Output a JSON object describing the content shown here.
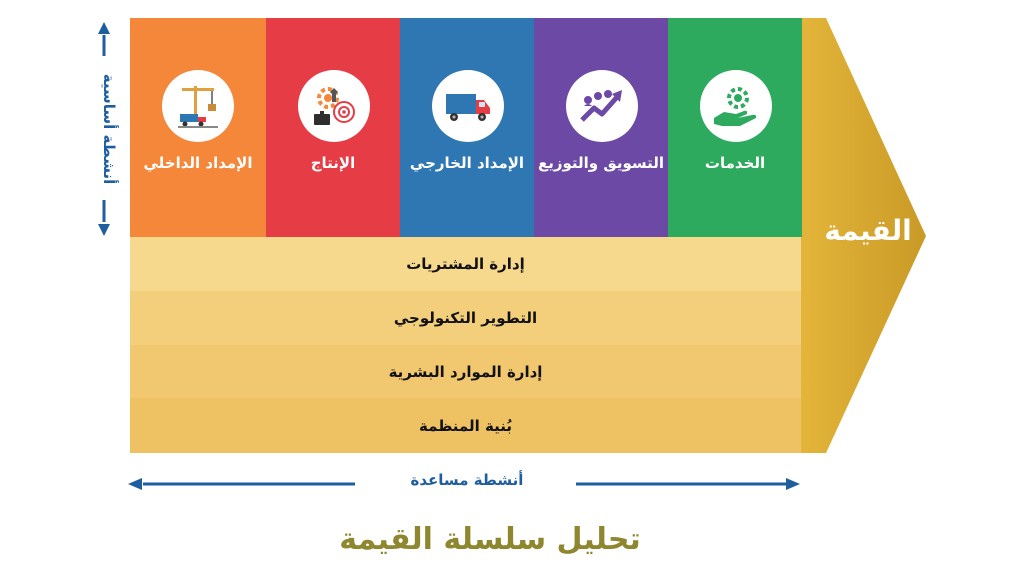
{
  "title": "تحليل سلسلة القيمة",
  "value_label": "القيمة",
  "primary_axis_label": "أنشطة أساسية",
  "support_axis_label": "أنشطة مساعدة",
  "colors": {
    "inbound": "#f5873a",
    "operations": "#e53c46",
    "outbound": "#2f77b3",
    "marketing": "#6b49a5",
    "service": "#2eaa5f",
    "value_arrow": "#d8aa2c",
    "support_rows": [
      "#f6d98d",
      "#f3cf7c",
      "#f1c86f",
      "#eec163"
    ],
    "axis": "#1f5e9e",
    "title": "#8f8730"
  },
  "primary_activities": [
    {
      "label": "الإمداد الداخلي",
      "icon": "crane-icon"
    },
    {
      "label": "الإنتاج",
      "icon": "gear-target-icon"
    },
    {
      "label": "الإمداد الخارجي",
      "icon": "truck-icon"
    },
    {
      "label": "التسويق والتوزيع",
      "icon": "growth-arrow-icon"
    },
    {
      "label": "الخدمات",
      "icon": "hand-gear-icon"
    }
  ],
  "support_activities": [
    {
      "label": "إدارة المشتريات"
    },
    {
      "label": "التطوير التكنولوجي"
    },
    {
      "label": "إدارة الموارد البشرية"
    },
    {
      "label": "بُنية المنظمة"
    }
  ]
}
